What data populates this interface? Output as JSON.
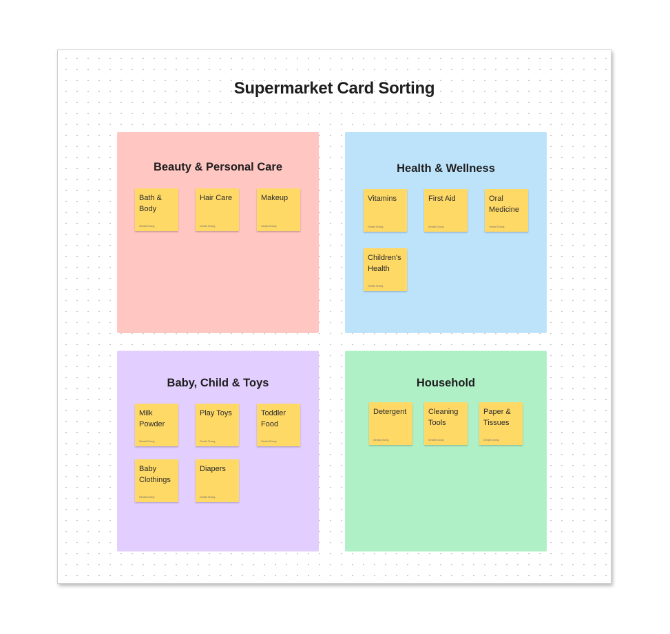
{
  "board": {
    "title": "Supermarket Card Sorting"
  },
  "colors": {
    "sticky": "#ffd966",
    "beauty": "#ffc6c2",
    "health": "#bde3fb",
    "baby": "#e2ceff",
    "household": "#b0f0c6"
  },
  "sections": {
    "beauty": {
      "title": "Beauty & Personal Care",
      "notes": [
        {
          "label": "Bath & Body",
          "author": "Gerald Chong"
        },
        {
          "label": "Hair Care",
          "author": "Gerald Chong"
        },
        {
          "label": "Makeup",
          "author": "Gerald Chong"
        }
      ]
    },
    "health": {
      "title": "Health & Wellness",
      "notes": [
        {
          "label": "Vitamins",
          "author": "Gerald Chong"
        },
        {
          "label": "First Aid",
          "author": "Gerald Chong"
        },
        {
          "label": "Oral Medicine",
          "author": "Gerald Chong"
        },
        {
          "label": "Children's Health",
          "author": "Gerald Chong"
        }
      ]
    },
    "baby": {
      "title": "Baby, Child & Toys",
      "notes": [
        {
          "label": "Milk Powder",
          "author": "Gerald Chong"
        },
        {
          "label": "Play Toys",
          "author": "Gerald Chong"
        },
        {
          "label": "Toddler Food",
          "author": "Gerald Chong"
        },
        {
          "label": "Baby Clothings",
          "author": "Gerald Chong"
        },
        {
          "label": "Diapers",
          "author": "Gerald Chong"
        }
      ]
    },
    "household": {
      "title": "Household",
      "notes": [
        {
          "label": "Detergent",
          "author": "Gerald Chong"
        },
        {
          "label": "Cleaning Tools",
          "author": "Gerald Chong"
        },
        {
          "label": "Paper & Tissues",
          "author": "Gerald Chong"
        }
      ]
    }
  }
}
